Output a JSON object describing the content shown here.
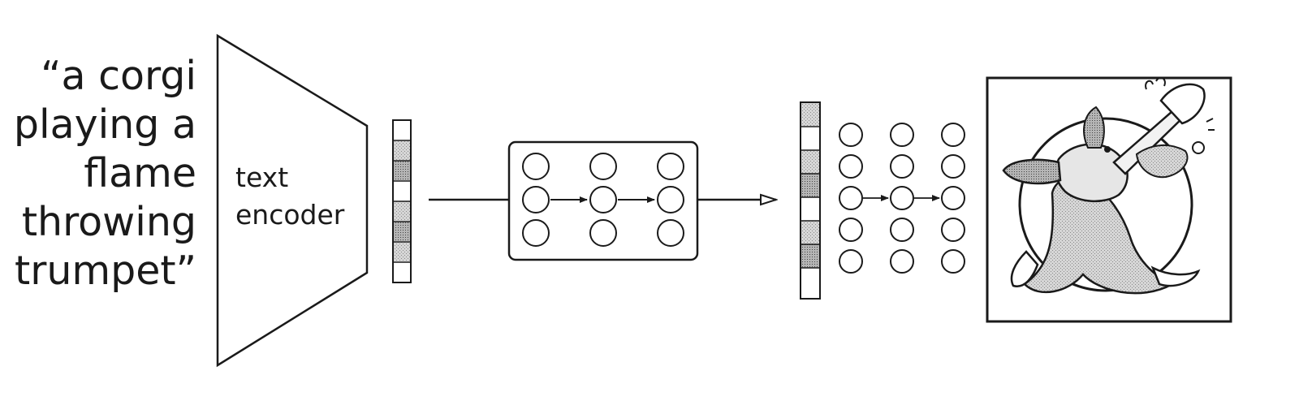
{
  "prompt": {
    "lines": [
      "“a corgi",
      "playing a",
      "flame",
      "throwing",
      "trumpet”"
    ]
  },
  "text_encoder": {
    "label_lines": [
      "text",
      "encoder"
    ]
  },
  "colors": {
    "stroke": "#1a1a1a",
    "cell_fill": "#cfcfcf",
    "background": "#ffffff"
  },
  "illustration": {
    "subject": "corgi-playing-trumpet-drawing"
  }
}
